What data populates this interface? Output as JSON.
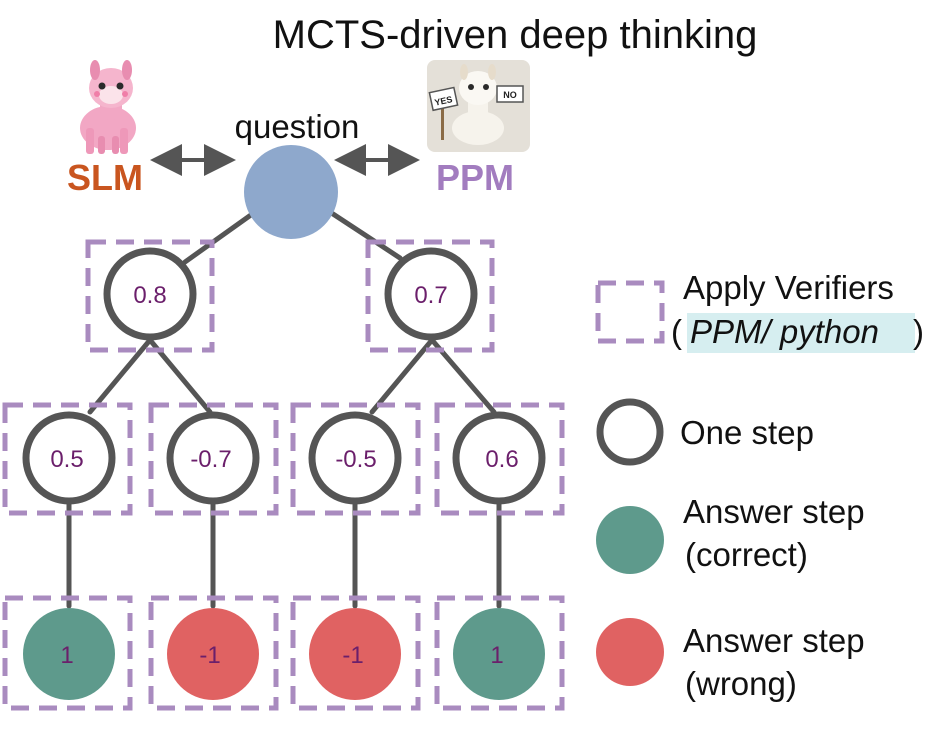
{
  "title": "MCTS-driven deep thinking",
  "question_label": "question",
  "agents": {
    "left": {
      "label": "SLM",
      "color": "#c9551f",
      "icon": "pink-llama-icon"
    },
    "right": {
      "label": "PPM",
      "color": "#a27cbf",
      "icon": "yes-no-llama-icon",
      "sign_yes": "YES",
      "sign_no": "NO"
    }
  },
  "colors": {
    "question_node": "#8ea8cc",
    "correct": "#5e9a8c",
    "wrong": "#e06262",
    "verifier_box": "#a98bbf",
    "node_stroke": "#555555",
    "highlight": "#d6eef0"
  },
  "tree": {
    "level1": [
      "0.8",
      "0.7"
    ],
    "level2": [
      "0.5",
      "-0.7",
      "-0.5",
      "0.6"
    ],
    "leaves": [
      {
        "value": "1",
        "status": "correct"
      },
      {
        "value": "-1",
        "status": "wrong"
      },
      {
        "value": "-1",
        "status": "wrong"
      },
      {
        "value": "1",
        "status": "correct"
      }
    ]
  },
  "legend": {
    "verifiers_line1": "Apply Verifiers",
    "verifiers_open": "(",
    "verifiers_italic": "PPM/ python",
    "verifiers_close": ")",
    "one_step": "One step",
    "answer_correct_line1": "Answer step",
    "answer_correct_line2": "(correct)",
    "answer_wrong_line1": "Answer step",
    "answer_wrong_line2": "(wrong)"
  }
}
